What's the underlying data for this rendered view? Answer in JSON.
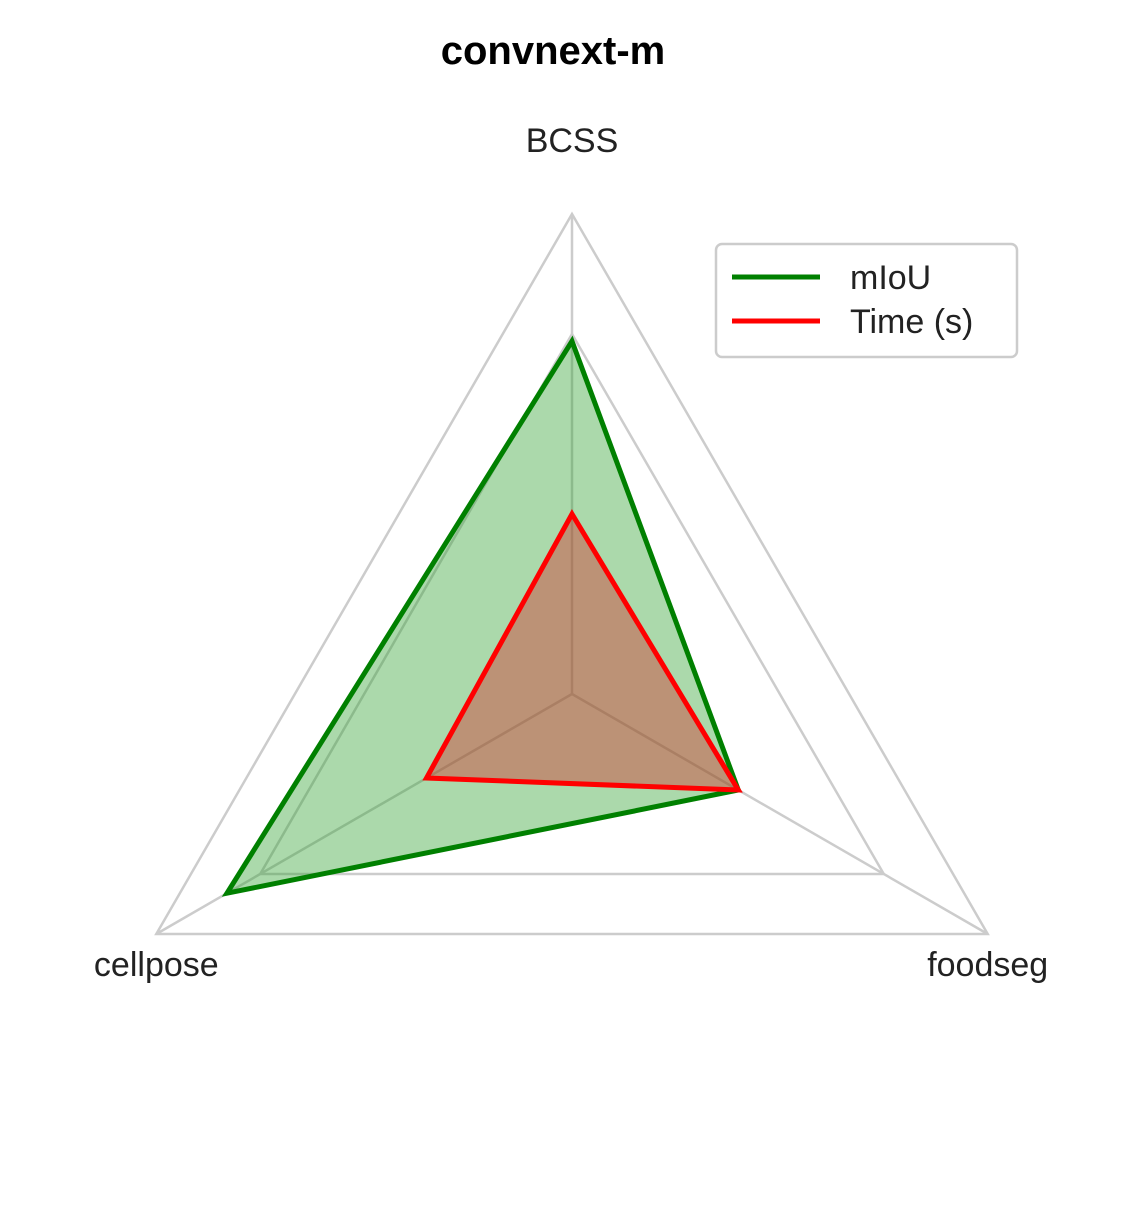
{
  "chart_data": {
    "type": "radar",
    "title": "convnext-m",
    "axes": [
      "BCSS",
      "foodseg",
      "cellpose"
    ],
    "rmax": 1.0,
    "grid_levels": [
      0.75,
      1.0
    ],
    "series": [
      {
        "name": "mIoU",
        "values": [
          0.735,
          0.4,
          0.83
        ],
        "color": "#008000",
        "fill_color": "#2ca02c",
        "fill_opacity": 0.4
      },
      {
        "name": "Time (s)",
        "values": [
          0.375,
          0.4,
          0.35
        ],
        "color": "#ff0000",
        "fill_color": "#d62728",
        "fill_opacity": 0.4
      }
    ],
    "legend_position": "top-right",
    "grid": true
  }
}
